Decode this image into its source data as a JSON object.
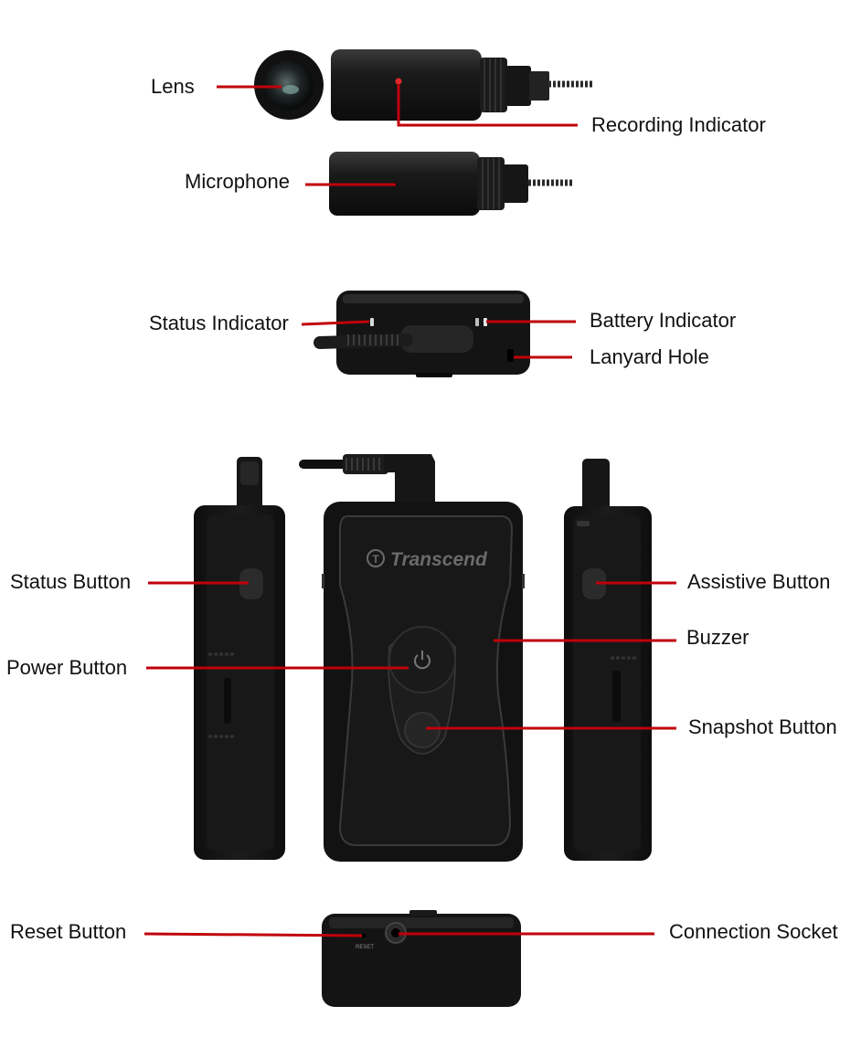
{
  "colors": {
    "leader": "#c0000b",
    "device_body": "#141414",
    "device_edge": "#2e2e2e",
    "device_highlight": "#3a3a3a",
    "indicator_red": "#e0262a",
    "background": "#ffffff"
  },
  "labels": {
    "lens": "Lens",
    "recording_indicator": "Recording Indicator",
    "microphone": "Microphone",
    "status_indicator": "Status Indicator",
    "battery_indicator": "Battery Indicator",
    "lanyard_hole": "Lanyard Hole",
    "status_button": "Status Button",
    "assistive_button": "Assistive Button",
    "buzzer": "Buzzer",
    "power_button": "Power Button",
    "snapshot_button": "Snapshot Button",
    "reset_button": "Reset Button",
    "connection_socket": "Connection Socket"
  },
  "device": {
    "brand": "Transcend",
    "reset_mark": "RESET",
    "power_icon": "power-icon",
    "brand_icon": "transcend-logo-icon"
  }
}
